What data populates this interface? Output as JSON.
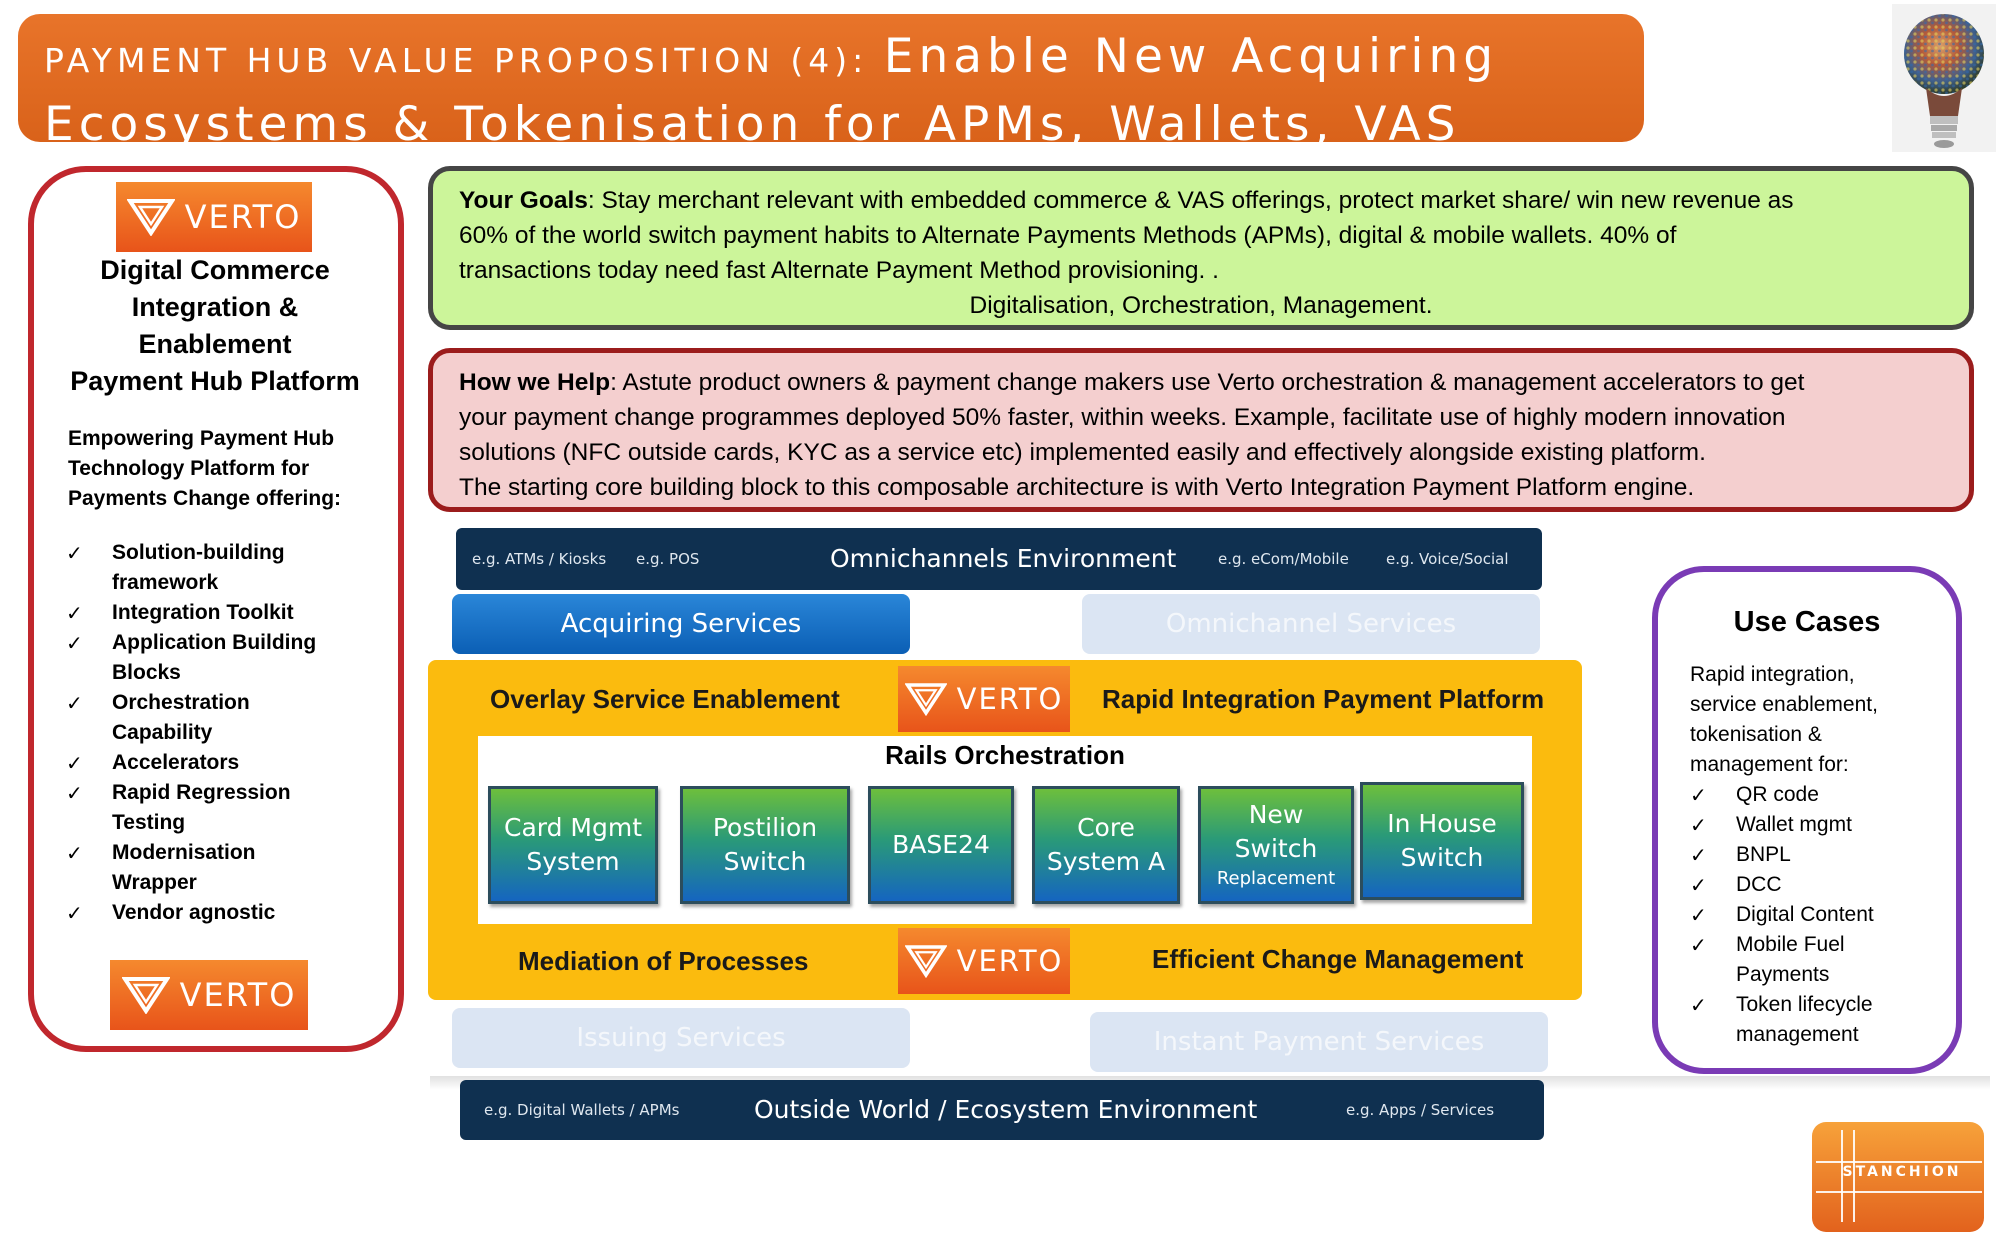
{
  "header": {
    "line1_small": "PAYMENT HUB VALUE PROPOSITION (4): ",
    "line1_big": "Enable New Acquiring",
    "line2": "Ecosystems & Tokenisation for APMs, Wallets, VAS Services"
  },
  "logo_text": "VERTO",
  "left_panel": {
    "title_lines": [
      "Digital Commerce",
      "Integration &",
      "Enablement",
      "Payment Hub Platform"
    ],
    "subtitle_lines": [
      "Empowering Payment Hub",
      "Technology Platform for",
      "Payments Change offering:"
    ],
    "check_mark": "✓",
    "items": [
      [
        "Solution-building",
        "framework"
      ],
      [
        "Integration Toolkit"
      ],
      [
        "Application Building",
        "Blocks"
      ],
      [
        "Orchestration",
        "Capability"
      ],
      [
        "Accelerators"
      ],
      [
        "Rapid Regression",
        "Testing"
      ],
      [
        "Modernisation",
        "Wrapper"
      ],
      [
        "Vendor agnostic"
      ]
    ]
  },
  "goals": {
    "lead": "Your Goals",
    "text_lines": [
      ": Stay merchant relevant with embedded commerce & VAS offerings, protect market share/ win new revenue as",
      "60% of the world switch payment habits to Alternate Payments Methods (APMs), digital & mobile wallets. 40% of",
      "transactions today need fast Alternate Payment Method provisioning. ."
    ],
    "center_line": "Digitalisation, Orchestration, Management."
  },
  "help": {
    "lead": "How we Help",
    "text_lines": [
      ": Astute product owners & payment change makers use Verto orchestration & management accelerators to get",
      "your payment change programmes deployed 50% faster, within weeks. Example, facilitate use of highly modern innovation",
      "solutions (NFC outside cards, KYC as a service etc) implemented easily and effectively alongside existing platform.",
      "The starting core building block to this composable architecture is with Verto Integration Payment Platform engine."
    ]
  },
  "diagram": {
    "omni_env": {
      "title": "Omnichannels Environment",
      "eg1": "e.g. ATMs / Kiosks",
      "eg2": "e.g. POS",
      "eg3": "e.g. eCom/Mobile",
      "eg4": "e.g. Voice/Social"
    },
    "acquiring": "Acquiring Services",
    "omnichannel_services": "Omnichannel Services",
    "overlay": "Overlay Service Enablement",
    "rapid": "Rapid Integration Payment Platform",
    "rails": "Rails Orchestration",
    "systems": [
      {
        "lines": [
          "Card Mgmt",
          "System"
        ],
        "small": ""
      },
      {
        "lines": [
          "Postilion",
          "Switch"
        ],
        "small": ""
      },
      {
        "lines": [
          "BASE24"
        ],
        "small": ""
      },
      {
        "lines": [
          "Core",
          "System A"
        ],
        "small": ""
      },
      {
        "lines": [
          "New",
          "Switch"
        ],
        "small": "Replacement"
      },
      {
        "lines": [
          "In House",
          "Switch"
        ],
        "small": ""
      }
    ],
    "mediation": "Mediation of Processes",
    "efficient": "Efficient Change Management",
    "issuing": "Issuing Services",
    "instant": "Instant Payment Services",
    "outside": {
      "title": "Outside World / Ecosystem Environment",
      "eg1": "e.g. Digital Wallets / APMs",
      "eg2": "e.g. Apps / Services"
    }
  },
  "use_cases": {
    "title": "Use Cases",
    "intro_lines": [
      "Rapid integration,",
      "service enablement,",
      "tokenisation &",
      "management for:"
    ],
    "items": [
      [
        "QR code"
      ],
      [
        "Wallet mgmt"
      ],
      [
        "BNPL"
      ],
      [
        "DCC"
      ],
      [
        "Digital Content"
      ],
      [
        "Mobile Fuel",
        "Payments"
      ],
      [
        "Token lifecycle",
        "management"
      ]
    ]
  },
  "stanchion": "STANCHION",
  "colors": {
    "header_orange": "#d9621a",
    "left_border": "#c0272d",
    "goals_bg": "#ccf59a",
    "help_bg": "#f4cfcf",
    "help_border": "#9b1c1c",
    "dark_navy": "#0f3050",
    "gold": "#fbbb0e",
    "use_border": "#7a3bb5"
  }
}
